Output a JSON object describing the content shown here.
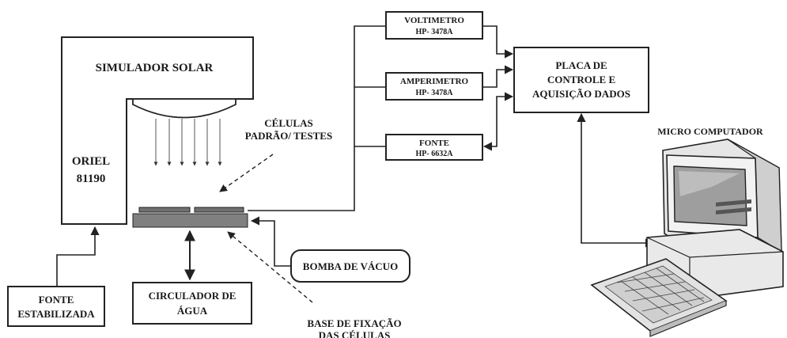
{
  "simulator": {
    "title": "SIMULADOR SOLAR",
    "model_line1": "ORIEL",
    "model_line2": "81190"
  },
  "labels": {
    "cells_line1": "CÉLULAS",
    "cells_line2": "PADRÃO/ TESTES",
    "base_line1": "BASE DE FIXAÇÃO",
    "base_line2": "DAS CÉLULAS",
    "micro": "MICRO COMPUTADOR"
  },
  "instruments": {
    "voltmeter_line1": "VOLTIMETRO",
    "voltmeter_line2": "HP- 3478A",
    "ammeter_line1": "AMPERIMETRO",
    "ammeter_line2": "HP- 3478A",
    "source_line1": "FONTE",
    "source_line2": "HP- 6632A"
  },
  "control_board": {
    "line1": "PLACA DE",
    "line2": "CONTROLE  E",
    "line3": "AQUISIÇÃO DADOS"
  },
  "stabilized_source": {
    "line1": "FONTE",
    "line2": "ESTABILIZADA"
  },
  "water_circulator": {
    "line1": "CIRCULADOR DE",
    "line2": "ÁGUA"
  },
  "vacuum_pump": {
    "label": "BOMBA DE VÁCUO"
  }
}
